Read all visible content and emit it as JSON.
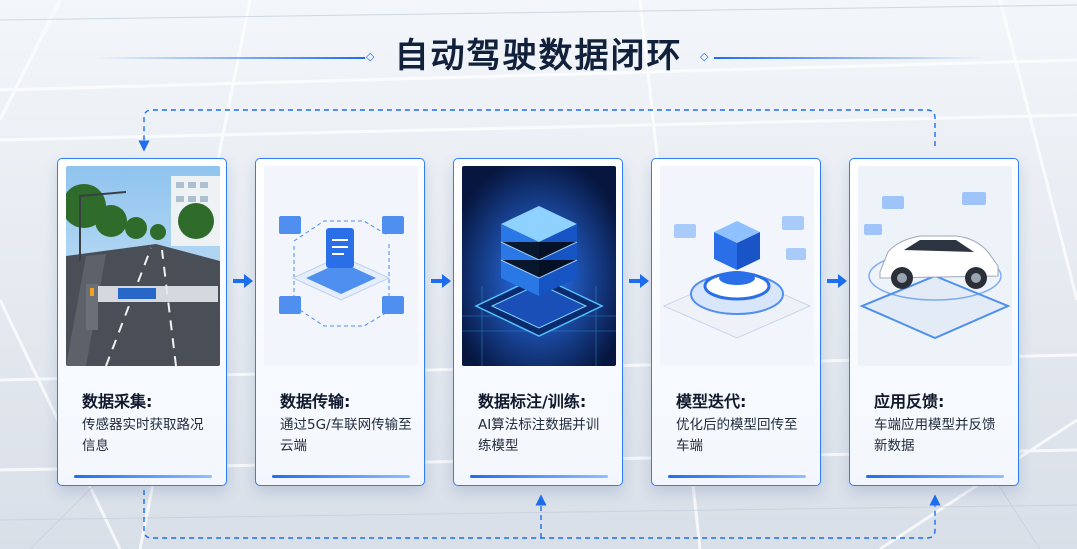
{
  "title": "自动驾驶数据闭环",
  "steps": [
    {
      "title": "数据采集:",
      "desc": "传感器实时获取路况信息",
      "image": "street-barrier-camera-scene"
    },
    {
      "title": "数据传输:",
      "desc": "通过5G/车联网传输至云端",
      "image": "network-transmission-icon"
    },
    {
      "title": "数据标注/训练:",
      "desc": "AI算法标注数据并训练模型",
      "image": "ai-chip-icon"
    },
    {
      "title": "模型迭代:",
      "desc": "优化后的模型回传至车端",
      "image": "model-platform-icon"
    },
    {
      "title": "应用反馈:",
      "desc": "车端应用模型并反馈新数据",
      "image": "white-car-icon"
    }
  ],
  "colors": {
    "accent": "#1d6ef0",
    "title_text": "#12213b",
    "card_border": "#2f7ef5"
  }
}
